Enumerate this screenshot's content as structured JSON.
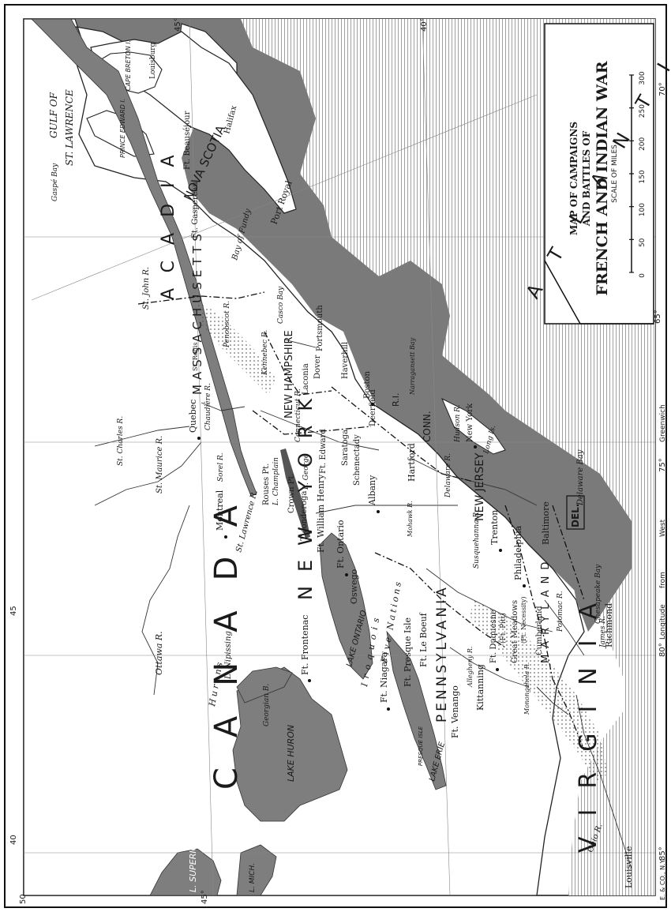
{
  "title": {
    "line1": "MAP OF CAMPAIGNS",
    "line2": "AND BATTLES OF",
    "line3": "FRENCH AND INDIAN WAR"
  },
  "scale": {
    "label": "SCALE OF MILES",
    "ticks": [
      "0",
      "50",
      "100",
      "150",
      "200",
      "250",
      "300"
    ]
  },
  "graticule": {
    "lat_top": [
      "45°",
      "40°"
    ],
    "lat_left": [
      "50",
      "45°"
    ],
    "lat_right": [
      "45",
      "40"
    ],
    "lon_bottom": [
      "85°",
      "80°",
      "75°",
      "70°",
      "65°"
    ],
    "lon_side": [
      "65°",
      "70°",
      "75°",
      "80°",
      "85°"
    ]
  },
  "longitude_note": {
    "a": "Longitude",
    "b": "West",
    "c": "from",
    "d": "Greenwich"
  },
  "publisher": "E. & CO., N.Y.",
  "ocean": "ATLANTIC OCEAN",
  "regions": {
    "canada": "CANADA",
    "acadia": "ACADIA",
    "nova_scotia": "NOVA SCOTIA",
    "massachusetts": "MASSACHUSETTS",
    "new_hampshire": "NEW HAMPSHIRE",
    "new_york": "NEW YORK",
    "pennsylvania": "PENNSYLVANIA",
    "new_jersey": "NEW JERSEY",
    "virginia": "VIRGINIA",
    "maryland": "MARYLAND",
    "conn": "CONN.",
    "rhode_island": "R.I.",
    "del": "DEL."
  },
  "waters": {
    "gulf1": "GULF OF",
    "gulf2": "ST. LAWRENCE",
    "lake_superior": "L. SUPERIOR",
    "lake_huron": "LAKE HURON",
    "lake_erie": "LAKE ERIE",
    "lake_ontario": "LAKE ONTARIO",
    "lake_michigan": "L. MICH.",
    "georgian_bay": "Georgian B.",
    "l_nipissing": "L. Nipissing",
    "l_champlain": "L. Champlain",
    "l_george": "L. George",
    "bay_fundy": "Bay of Fundy",
    "delaware_bay": "Delaware Bay",
    "chesapeake": "Chesapeake Bay",
    "gaspe_bay": "Gaspé Bay",
    "casco_bay": "Casco Bay",
    "narragansett": "Narragansett Bay",
    "long_is": "Long Is.",
    "cape_breton": "CAPE BRETON I.",
    "prince_edward": "PRINCE EDWARD I.",
    "presque_isle": "PRESQUE ISLE"
  },
  "rivers": {
    "st_lawrence": "St. Lawrence R.",
    "ottawa": "Ottawa R.",
    "st_maurice": "St. Maurice R.",
    "st_charles": "St. Charles R.",
    "sorel": "Sorel R.",
    "chaudiere": "Chaudière R.",
    "kennebec": "Kennebec R.",
    "penobscot": "Penobscot R.",
    "st_john": "St. John R.",
    "connecticut": "Connecticut R.",
    "hudson": "Hudson R.",
    "mohawk": "Mohawk R.",
    "delaware": "Delaware R.",
    "susquehanna": "Susquehanna R.",
    "potomac": "Potomac R.",
    "james": "James R.",
    "ohio": "Ohio R.",
    "monongahela": "Monongahela R.",
    "allegheny": "Allegheny R."
  },
  "places": {
    "quebec": "Quebec",
    "montreal": "Montreal",
    "louisburg": "Louisburg",
    "ft_beausejour": "Ft. Beauséjour",
    "ft_gaspereau": "Ft. Gaspereau",
    "port_royal": "Port Royal",
    "halifax": "Halifax",
    "rouses_pt": "Rouses Pt.",
    "crown_pt": "Crown Pt.",
    "ticonderoga": "Ticonderoga",
    "ft_edward": "Ft. Edward",
    "ft_william_henry": "Ft. William Henry",
    "saratoga": "Saratoga",
    "schenectady": "Schenectady",
    "albany": "Albany",
    "ft_ontario": "Ft. Ontario",
    "oswego": "Oswego",
    "ft_frontenac": "Ft. Frontenac",
    "ft_niagara": "Ft. Niagara",
    "ft_presque_isle": "Ft. Presque Isle",
    "ft_le_boeuf": "Ft. Le Boeuf",
    "ft_venango": "Ft. Venango",
    "kittanning": "Kittanning",
    "ft_duquesne": "Ft. Duquesne",
    "ft_pitt": "(Ft. Pitt)",
    "great_meadows": "Great Meadows",
    "ft_necessity": "(Ft. Necessity)",
    "cumberland": "Cumberland",
    "philadelphia": "Philadelphia",
    "trenton": "Trenton",
    "baltimore": "Baltimore",
    "richmond": "Richmond",
    "new_york_city": "New York",
    "hartford": "Hartford",
    "boston": "Boston",
    "portsmouth": "Portsmouth",
    "dover": "Dover",
    "deerfield": "Deerfield",
    "haverhill": "Haverhill",
    "laconia": "Laconia",
    "louisville": "Louisville",
    "st_regis": "St. Regis",
    "hurons": "Hurons",
    "iroquois": "Iroquois",
    "five_nations": "Five Nations"
  }
}
